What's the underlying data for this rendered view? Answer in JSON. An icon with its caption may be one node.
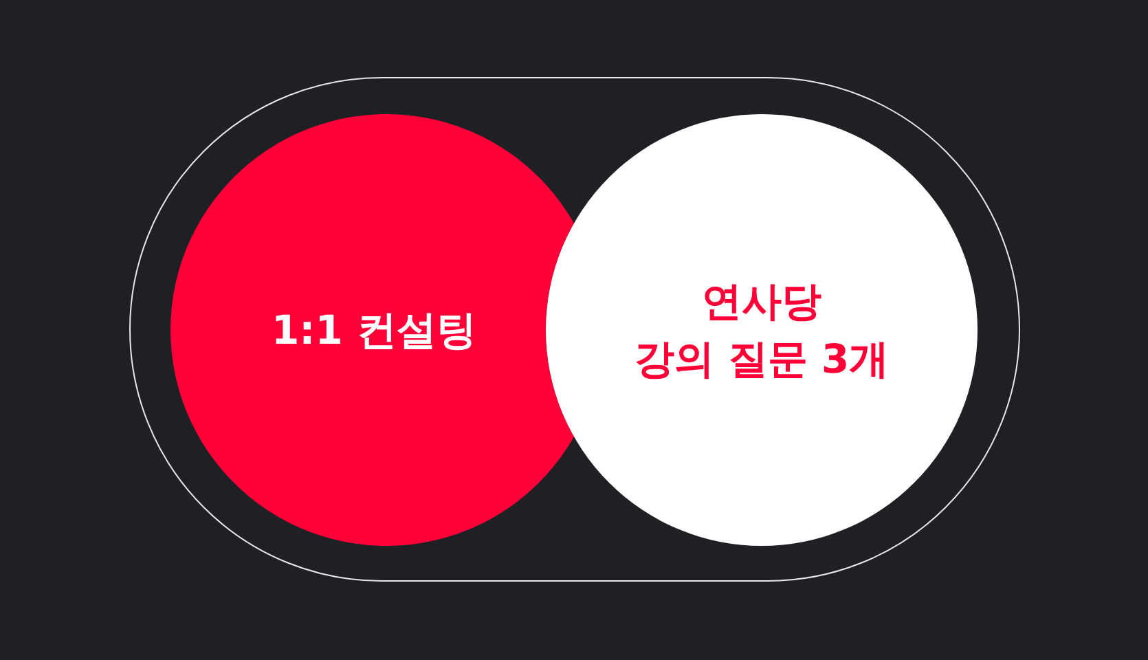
{
  "diagram": {
    "nodes": [
      {
        "text": [],
        "shape": "pill"
      },
      {
        "text": [
          "1:1 컨설팅"
        ],
        "in": 0
      },
      {
        "text": [
          "연사당 강의 질문 3개"
        ],
        "in": 0
      }
    ]
  }
}
